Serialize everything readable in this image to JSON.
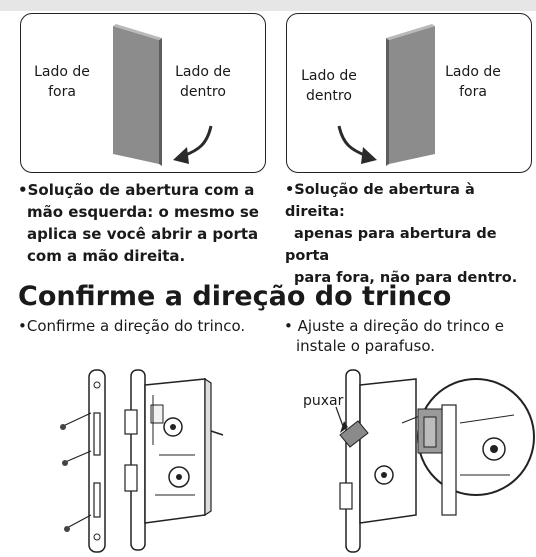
{
  "panels": {
    "left": {
      "outside_label": "Lado de\nfora",
      "inside_label": "Lado de\ndentro"
    },
    "right": {
      "outside_label": "Lado de\ndentro",
      "inside_label": "Lado de\nfora"
    }
  },
  "captions": {
    "left": {
      "bullet": "•",
      "line1": "Solução de abertura com a",
      "line2": "mão esquerda: o mesmo se",
      "line3": "aplica se você abrir a porta",
      "line4": "com a mão direita."
    },
    "right": {
      "bullet": "•",
      "line1": "Solução de abertura à direita:",
      "line2": "apenas para abertura de porta",
      "line3": "para fora, não para dentro."
    }
  },
  "section": {
    "title": "Confirme a direção do trinco"
  },
  "steps": {
    "left": {
      "line1": "•Confirme a direção do trinco."
    },
    "right": {
      "line1": "• Ajuste a direção do trinco e",
      "line2": "instale o parafuso."
    }
  },
  "illustration": {
    "pull_label": "puxar"
  }
}
